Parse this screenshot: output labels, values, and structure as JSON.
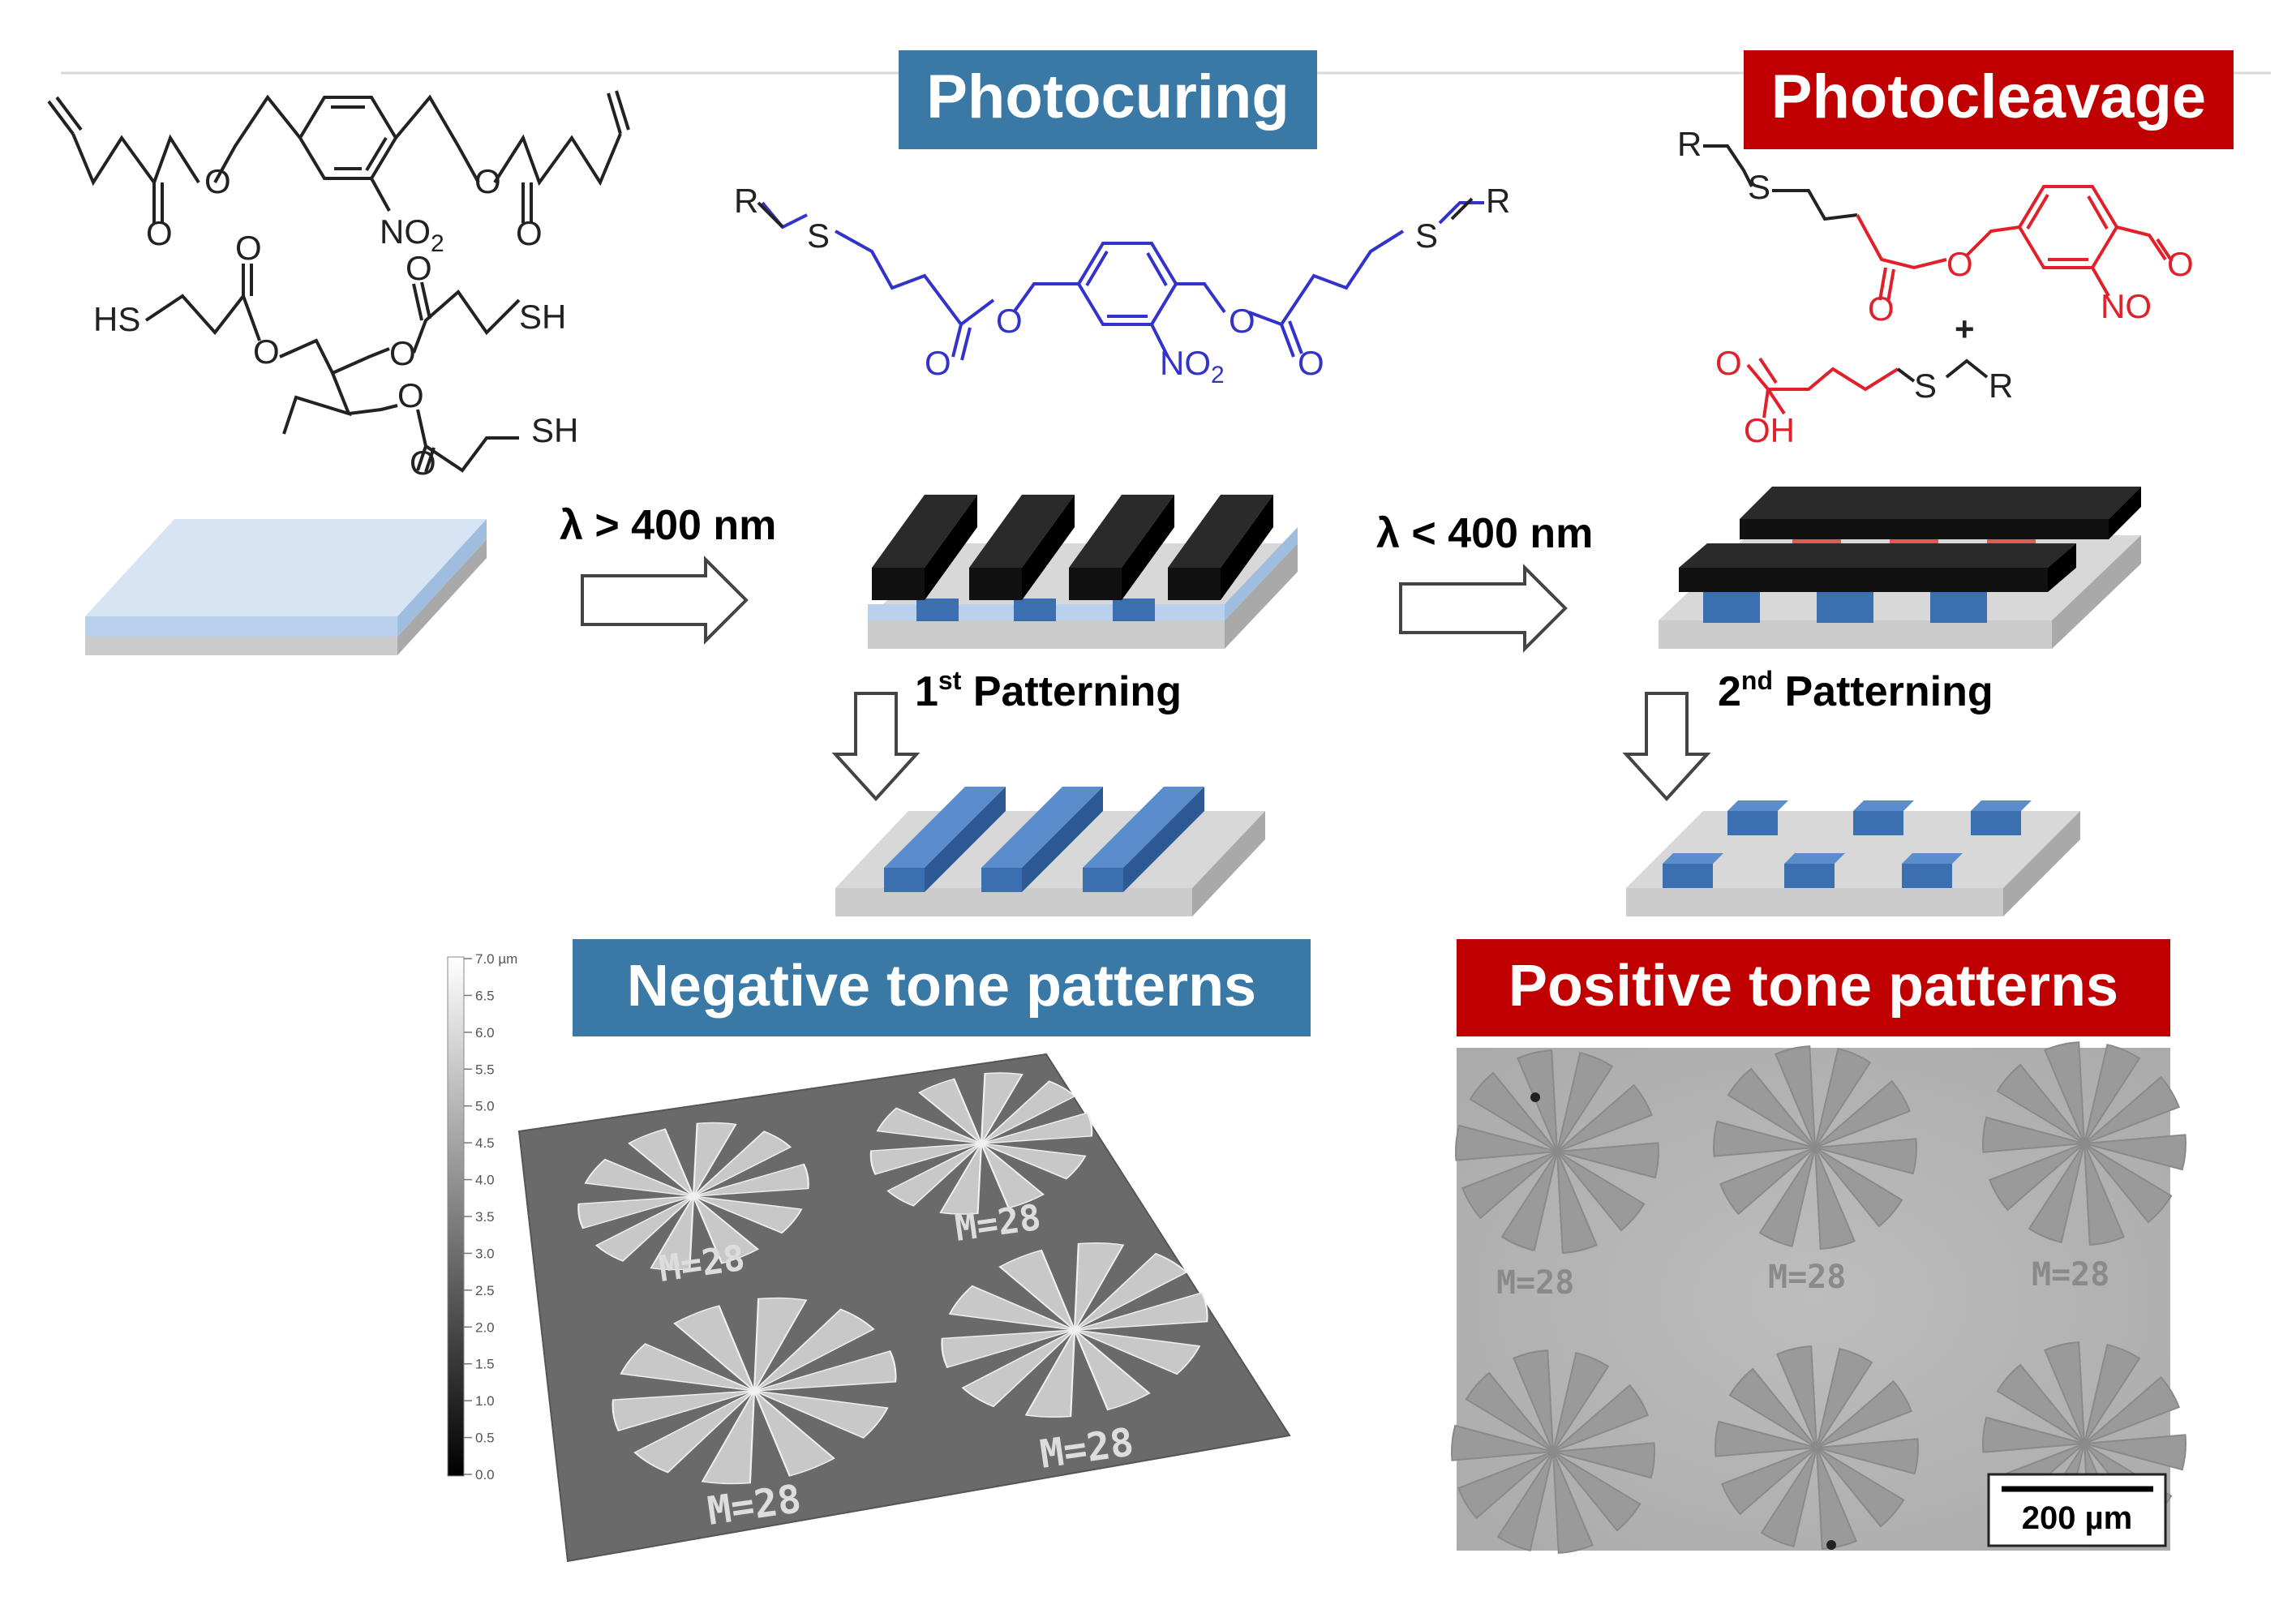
{
  "colors": {
    "photocuring_tag": "#3a79a6",
    "photocleavage_tag": "#c00000",
    "blue_molecule": "#3333cc",
    "red_molecule": "#e0202a",
    "pattern_blue": "#3b6fb0",
    "mask_black": "#111111",
    "substrate_grey": "#cccccc",
    "resin_light_blue": "#b9d1ec"
  },
  "tags": {
    "photocuring": "Photocuring",
    "photocleavage": "Photocleavage",
    "negative": "Negative tone patterns",
    "positive": "Positive tone patterns"
  },
  "arrows": {
    "long_wavelength": "λ > 400 nm",
    "short_wavelength": "λ < 400 nm"
  },
  "steps": {
    "first_num": "1",
    "first_sup": "st",
    "first_text": " Patterning",
    "second_num": "2",
    "second_sup": "nd",
    "second_text": " Patterning"
  },
  "chem": {
    "O": "O",
    "NO2_main": "NO",
    "NO2_sub": "2",
    "NO": "NO",
    "HS": "HS",
    "SH": "SH",
    "S": "S",
    "R": "R",
    "OH": "OH",
    "plus": "+"
  },
  "colorbar": {
    "ticks": [
      "7.0 µm",
      "6.5",
      "6.0",
      "5.5",
      "5.0",
      "4.5",
      "4.0",
      "3.5",
      "3.0",
      "2.5",
      "2.0",
      "1.5",
      "1.0",
      "0.5",
      "0.0"
    ]
  },
  "micrograph": {
    "labels": [
      "M=28",
      "M=28",
      "M=28"
    ],
    "scalebar": "200 µm"
  },
  "afm": {
    "labels": [
      "M=28",
      "M=28",
      "M=28",
      "M=28"
    ]
  }
}
